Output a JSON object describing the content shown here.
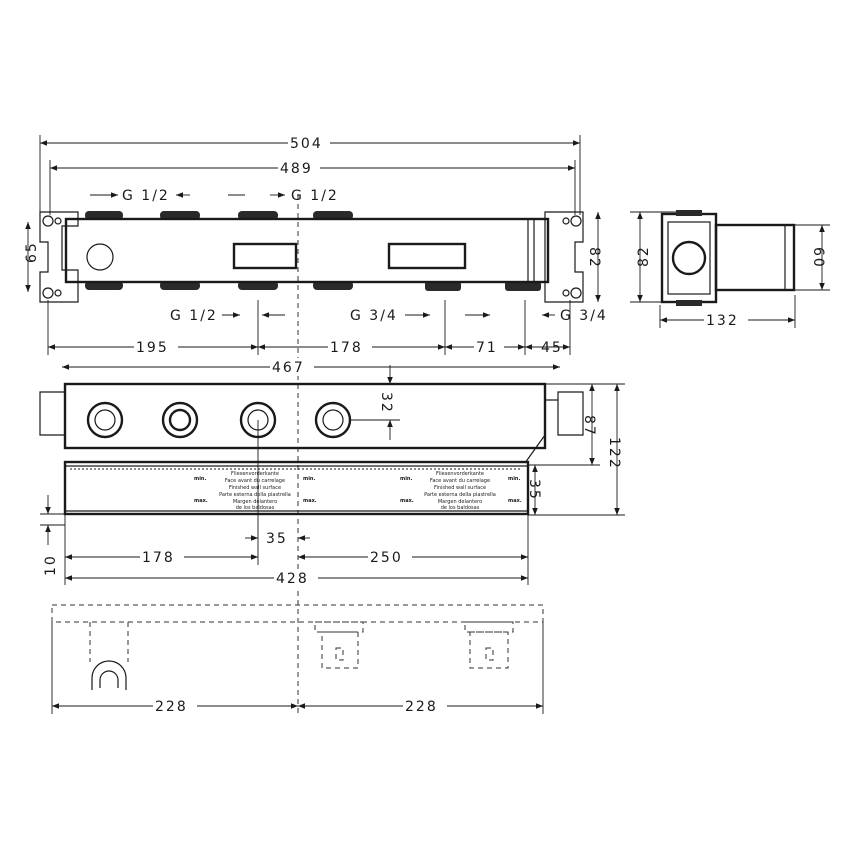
{
  "top_view": {
    "dims": {
      "overall": "504",
      "mounting": "489",
      "height_left": "65",
      "height_right": "82",
      "d1": "195",
      "d2": "178",
      "d3": "71",
      "d4": "45",
      "body": "467"
    },
    "threads": {
      "top_1": "G 1/2",
      "top_2": "G 1/2",
      "bottom_1": "G 1/2",
      "bottom_2": "G 3/4",
      "bottom_3": "G 3/4"
    }
  },
  "side_view": {
    "dims": {
      "height": "82",
      "port_height": "60",
      "depth": "132"
    }
  },
  "front_view": {
    "dims": {
      "knob_offset": "32",
      "d87": "87",
      "d122": "122",
      "d35v": "35",
      "d10": "10",
      "left": "178",
      "mid": "35",
      "right": "250",
      "overall": "428"
    },
    "label": {
      "lines": [
        "Fliesenvorderkante",
        "Face avant du carrelage",
        "Finished wall surface",
        "Parte esterna della piastrella",
        "Margen delantero",
        "de los baldosas"
      ],
      "min": "min.",
      "max": "max."
    }
  },
  "bottom_view": {
    "dims": {
      "left": "228",
      "right": "228"
    }
  }
}
